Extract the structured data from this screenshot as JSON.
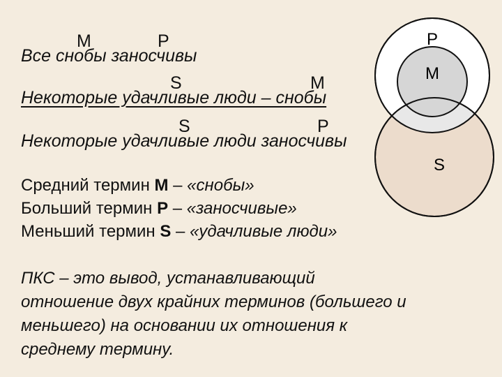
{
  "syllogism": {
    "premise1": {
      "text": "Все снобы заносчивы",
      "top_left": "M",
      "top_right": "P"
    },
    "premise2": {
      "text": "Некоторые удачливые люди – снобы",
      "top_left": "S",
      "top_right": "M"
    },
    "conclusion": {
      "text": "Некоторые удачливые люди заносчивы",
      "top_left": "S",
      "top_right": "P"
    }
  },
  "terms": [
    {
      "prefix": "Средний термин ",
      "letter": "M",
      "dash": " – ",
      "name": "«снобы»"
    },
    {
      "prefix": "Больший термин ",
      "letter": "P",
      "dash": " – ",
      "name": "«заносчивые»"
    },
    {
      "prefix": "Меньший термин ",
      "letter": "S",
      "dash": " – ",
      "name": "«удачливые люди»"
    }
  ],
  "definition": "ПКС – это вывод, устанавливающий отношение двух крайних терминов (большего и меньшего) на основании их отношения к среднему термину.",
  "venn": {
    "labels": {
      "outer": "P",
      "inner": "M",
      "lower": "S"
    },
    "colors": {
      "outer_fill": "#ffffff",
      "inner_fill": "#d6d6d6",
      "lower_fill": "#ecdccc",
      "overlap_fill": "#e8e8e8",
      "stroke": "#111111"
    }
  }
}
